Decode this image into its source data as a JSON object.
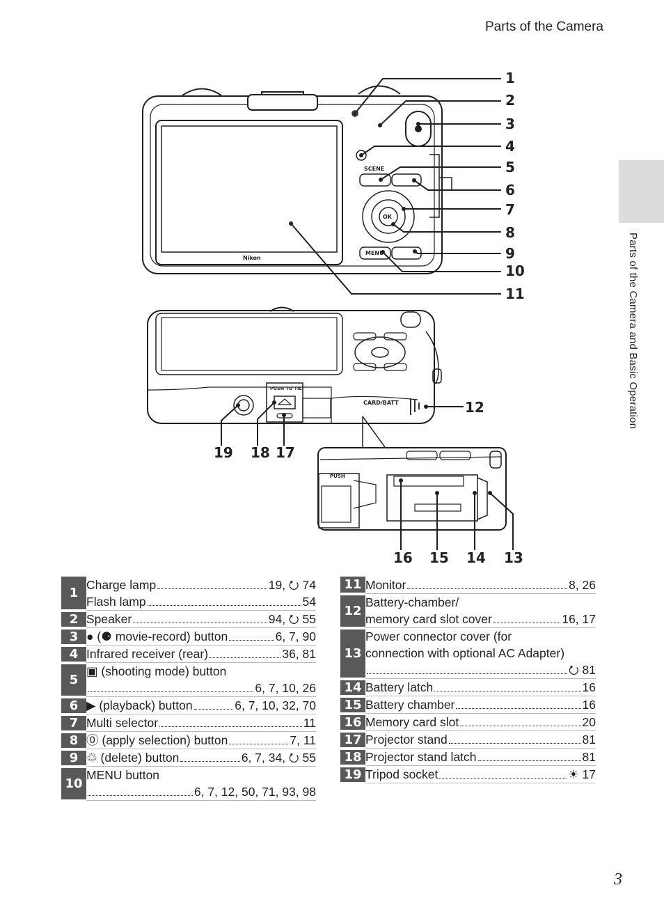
{
  "header": {
    "title": "Parts of the Camera"
  },
  "side_tab": {
    "text": "Parts of the Camera and Basic Operation"
  },
  "figure": {
    "callouts": [
      "1",
      "2",
      "3",
      "4",
      "5",
      "6",
      "7",
      "8",
      "9",
      "10",
      "11",
      "12",
      "13",
      "14",
      "15",
      "16",
      "17",
      "18",
      "19"
    ],
    "camera_labels": {
      "scene": "SCENE",
      "menu": "MENU",
      "ok": "OK",
      "brand": "Nikon",
      "push_to_tilt": "PUSH TO TILT",
      "card_batt": "CARD/BATT",
      "push": "PUSH"
    }
  },
  "left_table": [
    {
      "num": "1",
      "lines": [
        {
          "text": "Charge lamp",
          "pages": "19, ⭮ 74"
        },
        {
          "text": "Flash lamp",
          "pages": "54"
        }
      ]
    },
    {
      "num": "2",
      "lines": [
        {
          "text": "Speaker",
          "pages": "94, ⭮ 55"
        }
      ]
    },
    {
      "num": "3",
      "lines": [
        {
          "text": "● (⚈ movie-record) button",
          "pages": "6, 7, 90"
        }
      ]
    },
    {
      "num": "4",
      "lines": [
        {
          "text": "Infrared receiver (rear)",
          "pages": "36, 81"
        }
      ]
    },
    {
      "num": "5",
      "lines": [
        {
          "text": "▣ (shooting mode) button",
          "pages": ""
        },
        {
          "text": "",
          "pages": "6, 7, 10, 26"
        }
      ]
    },
    {
      "num": "6",
      "lines": [
        {
          "text": "▶ (playback) button",
          "pages": "6, 7, 10, 32, 70"
        }
      ]
    },
    {
      "num": "7",
      "lines": [
        {
          "text": "Multi selector",
          "pages": "11"
        }
      ]
    },
    {
      "num": "8",
      "lines": [
        {
          "text": "⓪ (apply selection) button",
          "pages": "7, 11"
        }
      ]
    },
    {
      "num": "9",
      "lines": [
        {
          "text": "♲ (delete) button",
          "pages": "6, 7, 34, ⭮ 55"
        }
      ]
    },
    {
      "num": "10",
      "lines": [
        {
          "text": "MENU button",
          "pages": ""
        },
        {
          "text": "",
          "pages": "6, 7, 12, 50, 71, 93, 98"
        }
      ]
    }
  ],
  "right_table": [
    {
      "num": "11",
      "lines": [
        {
          "text": "Monitor",
          "pages": "8, 26"
        }
      ]
    },
    {
      "num": "12",
      "lines": [
        {
          "text": "Battery-chamber/",
          "pages": ""
        },
        {
          "text": "memory card slot cover",
          "pages": "16, 17"
        }
      ]
    },
    {
      "num": "13",
      "lines": [
        {
          "text": "Power connector cover (for",
          "pages": ""
        },
        {
          "text": "connection with optional AC Adapter)",
          "pages": ""
        },
        {
          "text": "",
          "pages": "⭮ 81"
        }
      ]
    },
    {
      "num": "14",
      "lines": [
        {
          "text": "Battery latch",
          "pages": "16"
        }
      ]
    },
    {
      "num": "15",
      "lines": [
        {
          "text": "Battery chamber",
          "pages": "16"
        }
      ]
    },
    {
      "num": "16",
      "lines": [
        {
          "text": "Memory card slot",
          "pages": "20"
        }
      ]
    },
    {
      "num": "17",
      "lines": [
        {
          "text": "Projector stand",
          "pages": "81"
        }
      ]
    },
    {
      "num": "18",
      "lines": [
        {
          "text": "Projector stand latch",
          "pages": "81"
        }
      ]
    },
    {
      "num": "19",
      "lines": [
        {
          "text": "Tripod socket",
          "pages": "☀ 17"
        }
      ]
    }
  ],
  "footer": {
    "page_number": "3"
  }
}
